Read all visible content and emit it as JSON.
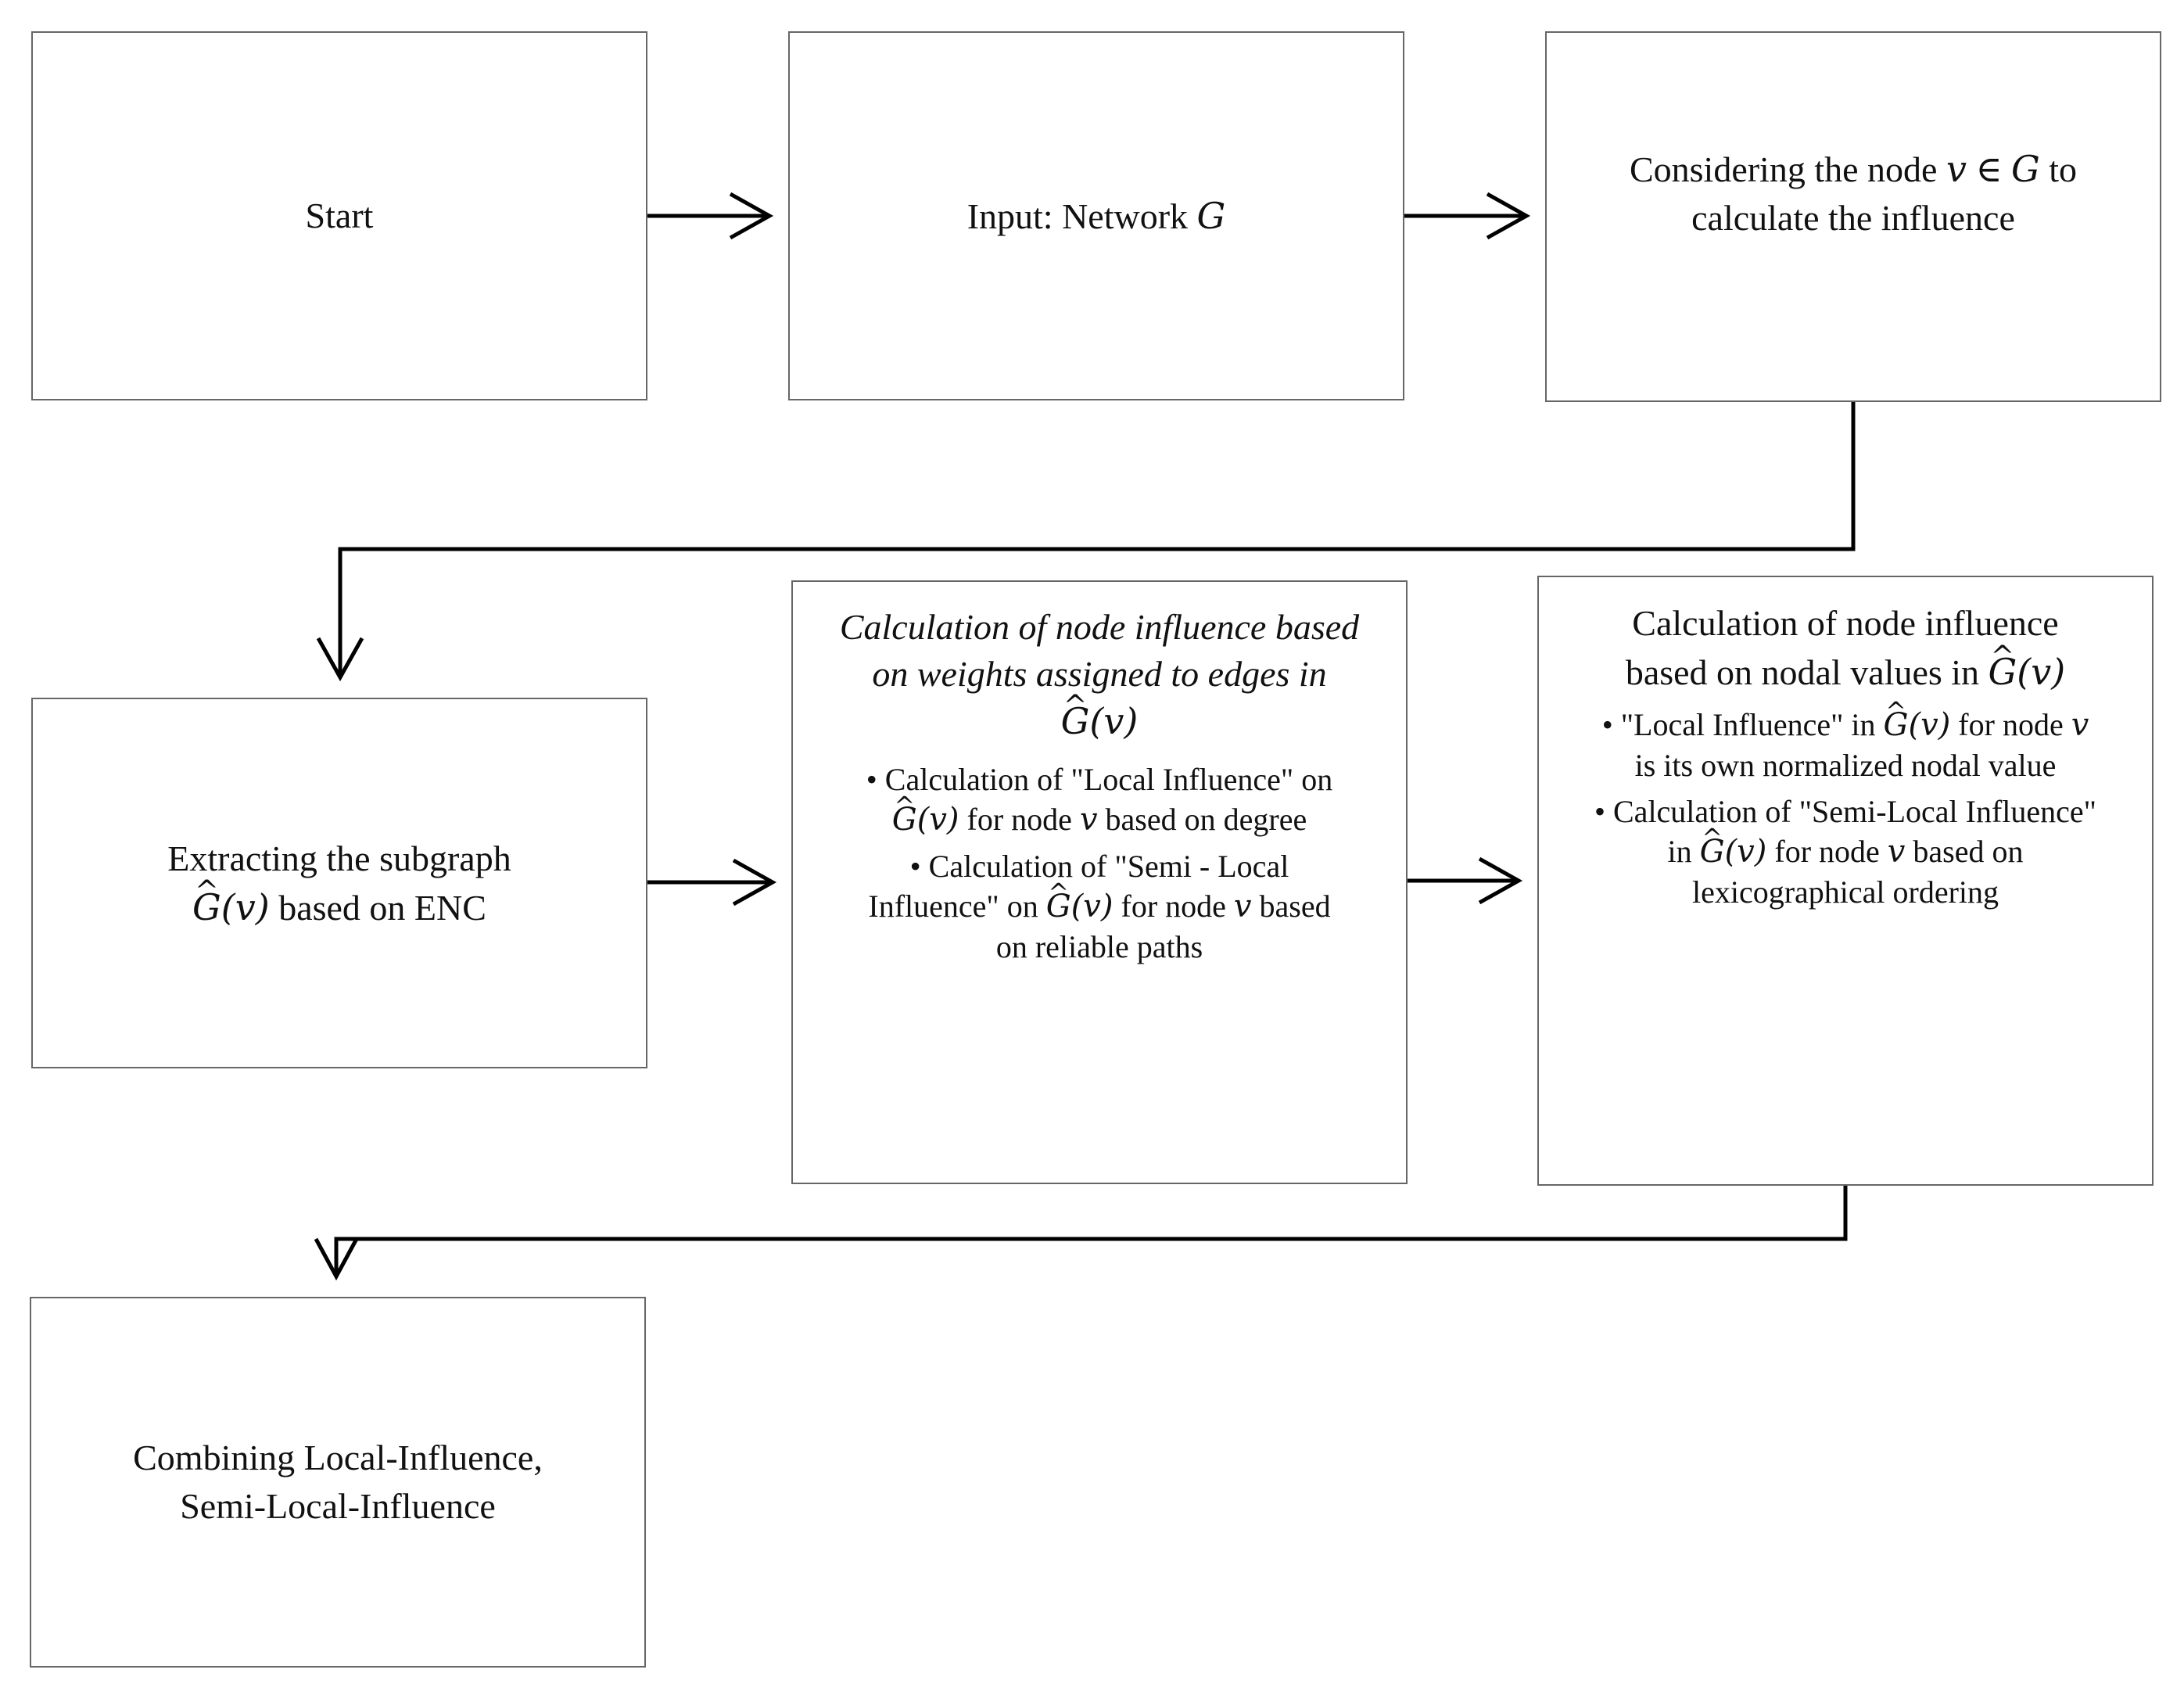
{
  "nodes": {
    "start": {
      "text": "Start"
    },
    "input": {
      "prefix": "Input: Network ",
      "var": "G"
    },
    "consider": {
      "line1_a": "Considering the node ",
      "var_v": "v",
      "elem": " ∈ ",
      "var_g": "G",
      "line1_b": " to",
      "line2": "calculate the influence"
    },
    "extract": {
      "line1": "Extracting the subgraph",
      "g": "G",
      "arg": "(v)",
      "line2_b": " based on ENC"
    },
    "weights": {
      "title_l1": "Calculation of node influence based",
      "title_l2": "on weights assigned to edges in",
      "title_g": "G",
      "title_arg": "(v)",
      "b1_l1": "• Calculation of  \"Local Influence\" on",
      "b1_g": "G",
      "b1_arg": "(v)",
      "b1_l2_b": "  for node ",
      "b1_v": "v",
      "b1_l2_c": " based on degree",
      "b2_l1": "• Calculation of \"Semi - Local",
      "b2_l2_a": "Influence\" on ",
      "b2_g": "G",
      "b2_arg": "(v)",
      "b2_l2_b": "  for node ",
      "b2_v": "v",
      "b2_l2_c": " based",
      "b2_l3": "on reliable paths"
    },
    "nodal": {
      "title_l1": "Calculation of node influence",
      "title_l2_a": "based on nodal values in ",
      "title_g": "G",
      "title_arg": "(v)",
      "b1_l1_a": "• \"Local Influence\" in ",
      "b1_g": "G",
      "b1_arg": "(v)",
      "b1_l1_b": "   for node ",
      "b1_v": "v",
      "b1_l2": "is its own normalized nodal value",
      "b2_l1": "• Calculation of \"Semi-Local Influence\"",
      "b2_l2_a": "in ",
      "b2_g": "G",
      "b2_arg": "(v)",
      "b2_l2_b": "  for node ",
      "b2_v": "v",
      "b2_l2_c": " based on",
      "b2_l3": "lexicographical ordering"
    },
    "combine": {
      "line1": "Combining Local-Influence,",
      "line2": "Semi-Local-Influence"
    }
  }
}
